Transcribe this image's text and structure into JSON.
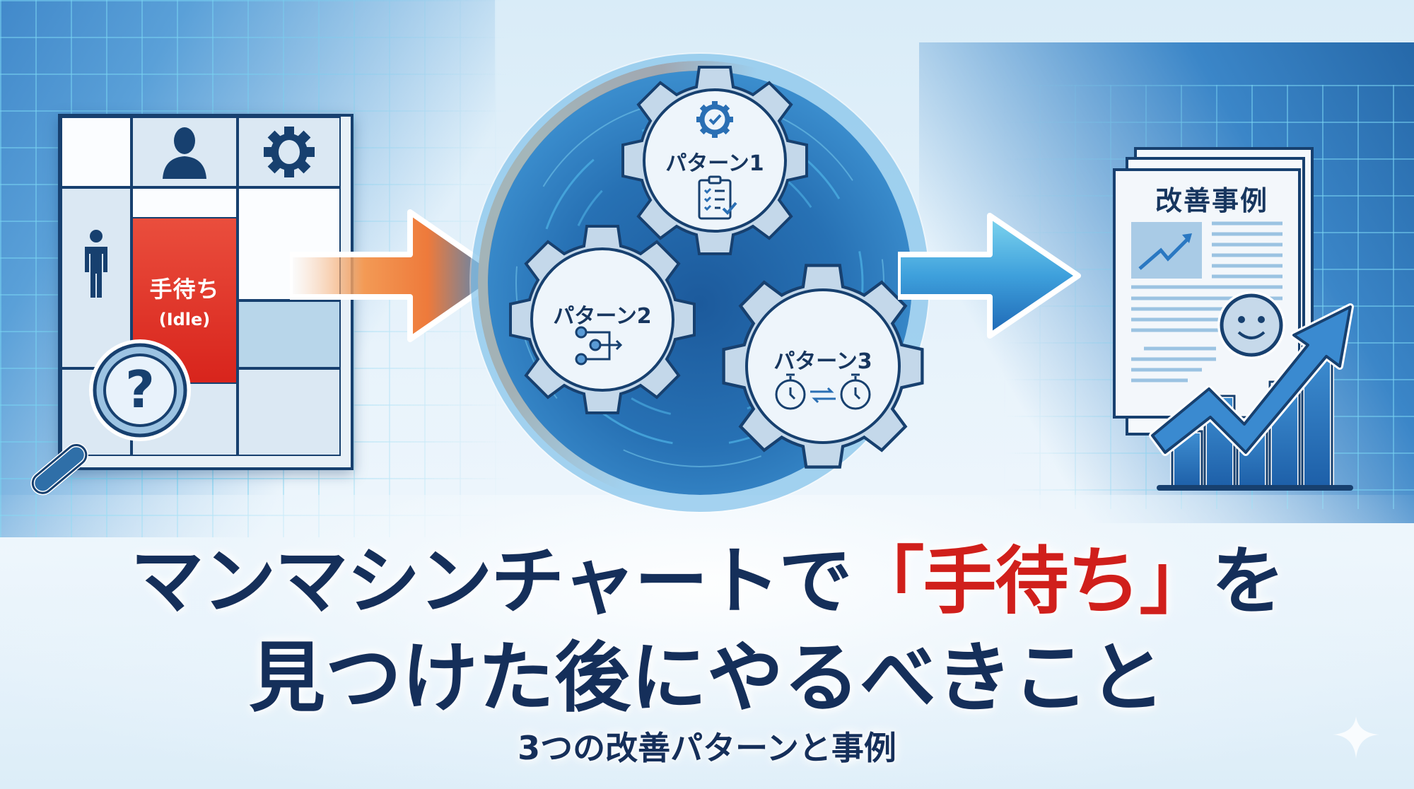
{
  "colors": {
    "navy": "#152f5a",
    "accent_red": "#d01f1b",
    "idle_red": "#e03426",
    "orange": "#f08a3c",
    "blue": "#2a78c2",
    "light_blue": "#5ab0e2"
  },
  "left_panel": {
    "chart_header_icons": [
      "blank-cell",
      "person-bust-icon",
      "gear-icon"
    ],
    "row_icon": "person-standing-icon",
    "idle_block": {
      "title": "手待ち",
      "subtitle": "(Idle)"
    },
    "magnifier_icon": "question-magnifier-icon",
    "magnifier_symbol": "?"
  },
  "center_panel": {
    "gears": [
      {
        "label": "パターン1",
        "icons": [
          "gear-check-icon",
          "clipboard-checklist-icon"
        ]
      },
      {
        "label": "パターン2",
        "icons": [
          "flow-branch-icon"
        ]
      },
      {
        "label": "パターン3",
        "icons": [
          "stopwatch-swap-icon"
        ],
        "swap_symbol": "⇄"
      }
    ]
  },
  "right_panel": {
    "report_title": "改善事例",
    "icons": [
      "document-stack-icon",
      "trend-chart-icon",
      "smiley-icon",
      "growth-arrow-bars-icon"
    ]
  },
  "headline": {
    "line1_before": "マンマシンチャートで",
    "line1_accent": "「手待ち」",
    "line1_after": "を",
    "line2": "見つけた後にやるべきこと",
    "subtitle": "3つの改善パターンと事例"
  }
}
